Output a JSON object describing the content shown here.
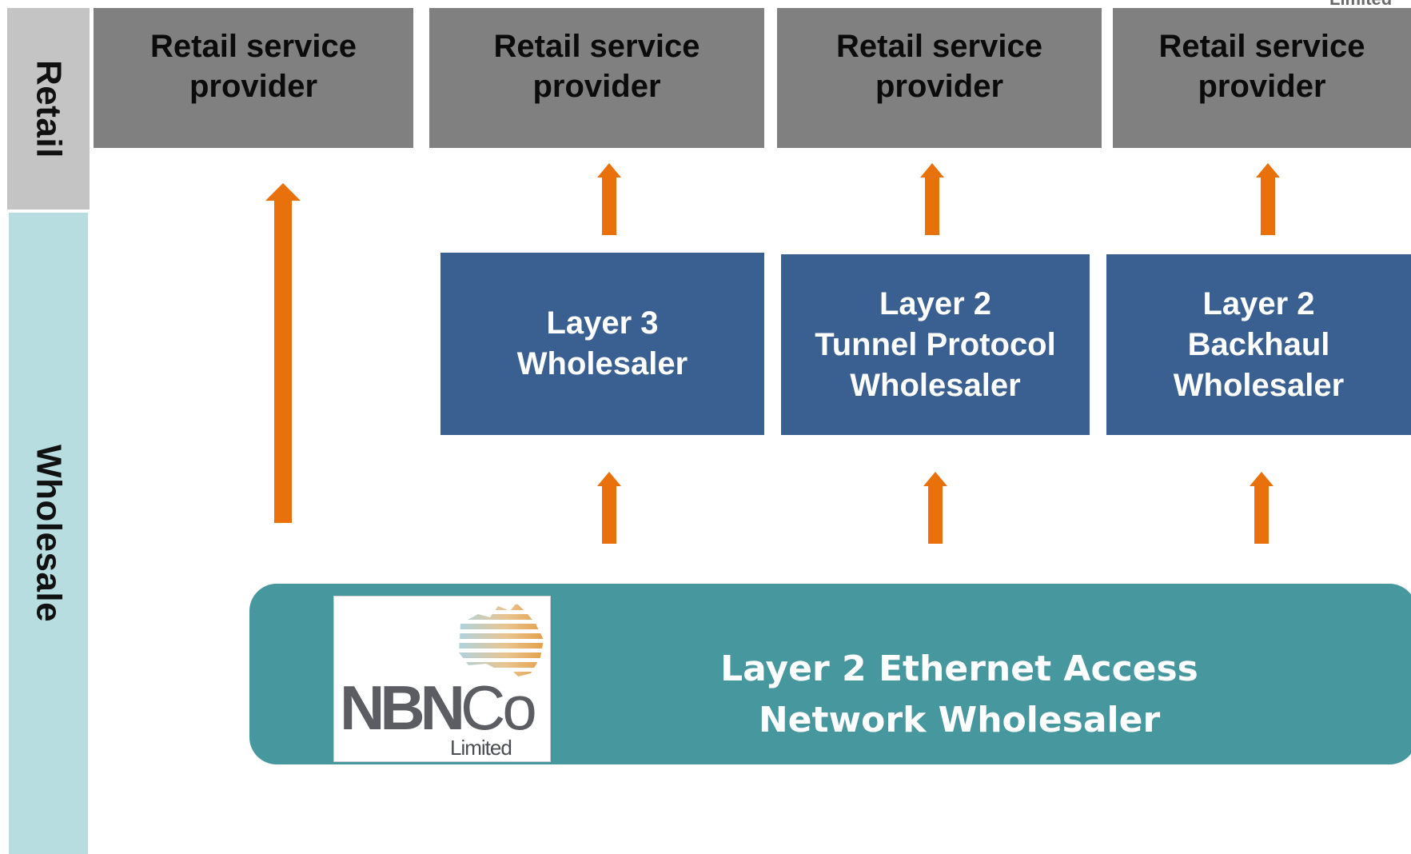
{
  "bands": {
    "retail": "Retail",
    "wholesale": "Wholesale"
  },
  "retail_providers": [
    {
      "label": "Retail service provider"
    },
    {
      "label": "Retail service provider"
    },
    {
      "label": "Retail service provider"
    },
    {
      "label": "Retail service provider"
    }
  ],
  "wholesalers": [
    {
      "label": "Layer 3\nWholesaler"
    },
    {
      "label": "Layer 2\nTunnel Protocol\nWholesaler"
    },
    {
      "label": "Layer 2\nBackhaul\nWholesaler"
    }
  ],
  "access_network": {
    "title": "Layer 2 Ethernet Access\nNetwork Wholesaler",
    "logo": {
      "text": "NBNCo",
      "subtext": "Limited"
    }
  },
  "top_right_fragment": "Limited",
  "colors": {
    "retail_box": "#808080",
    "wholesaler_box": "#3a5f91",
    "arrow": "#e8710c",
    "access_bar": "#47979f",
    "retail_band": "#c4c4c4",
    "wholesale_band": "#b7dde0"
  }
}
